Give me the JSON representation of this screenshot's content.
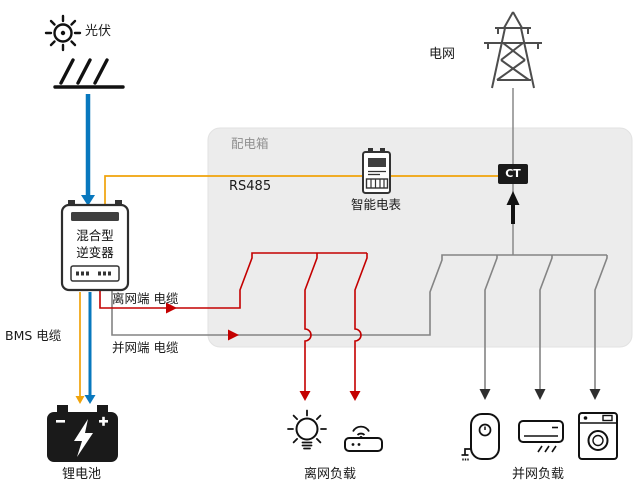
{
  "labels": {
    "pv": "光伏",
    "grid": "电网",
    "distribution_box": "配电箱",
    "rs485": "RS485",
    "smart_meter": "智能电表",
    "ct": "CT",
    "inverter_line1": "混合型",
    "inverter_line2": "逆变器",
    "offgrid_cable": "离网端 电缆",
    "ongrid_cable": "并网端 电缆",
    "bms_cable": "BMS 电缆",
    "battery": "锂电池",
    "offgrid_load": "离网负载",
    "ongrid_load": "并网负载"
  },
  "colors": {
    "pv_arrow_blue": "#0878be",
    "rs485_orange": "#f0a30a",
    "offgrid_red": "#c40000",
    "line_gray": "#848484",
    "distribution_box_fill": "#ececec",
    "ct_badge_bg": "#1a1a1a"
  }
}
